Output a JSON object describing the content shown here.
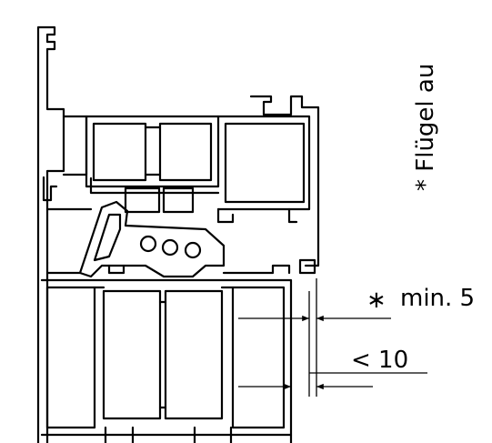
{
  "labels": {
    "rotated_note": "* Flügel au",
    "min_note_star": "∗",
    "min_note_text": "min. 5",
    "limit_note": "< 10"
  }
}
